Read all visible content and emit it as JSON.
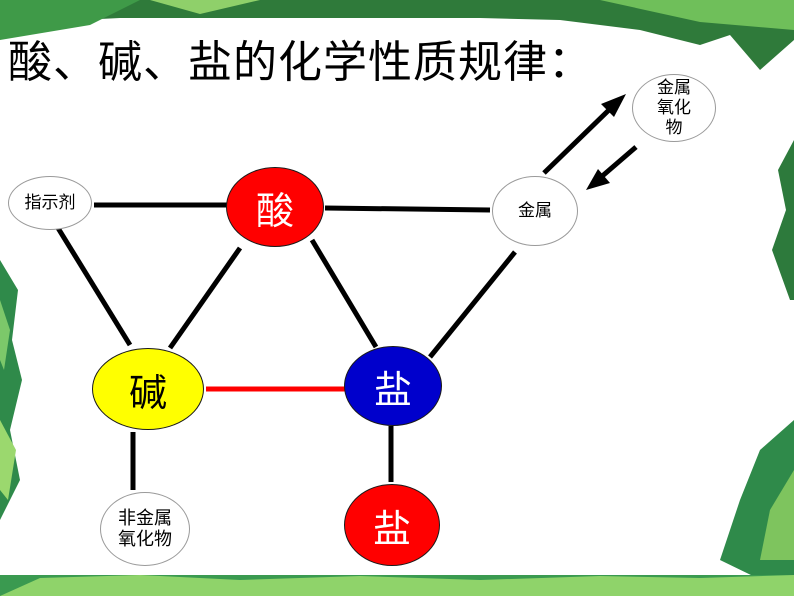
{
  "title": "酸、碱、盐的化学性质规律：",
  "nodes": {
    "indicator": "指示剂",
    "acid": "酸",
    "metal": "金属",
    "metal_oxide": "金属氧化物",
    "base": "碱",
    "salt_center": "盐",
    "nonmetal_oxide": "非金属氧化物",
    "salt_bottom": "盐"
  },
  "colors": {
    "acid": "#ff0000",
    "base": "#ffff00",
    "salt_center": "#0000cc",
    "salt_bottom": "#ff0000",
    "line": "#000000",
    "base_salt_line": "#ff0000"
  }
}
